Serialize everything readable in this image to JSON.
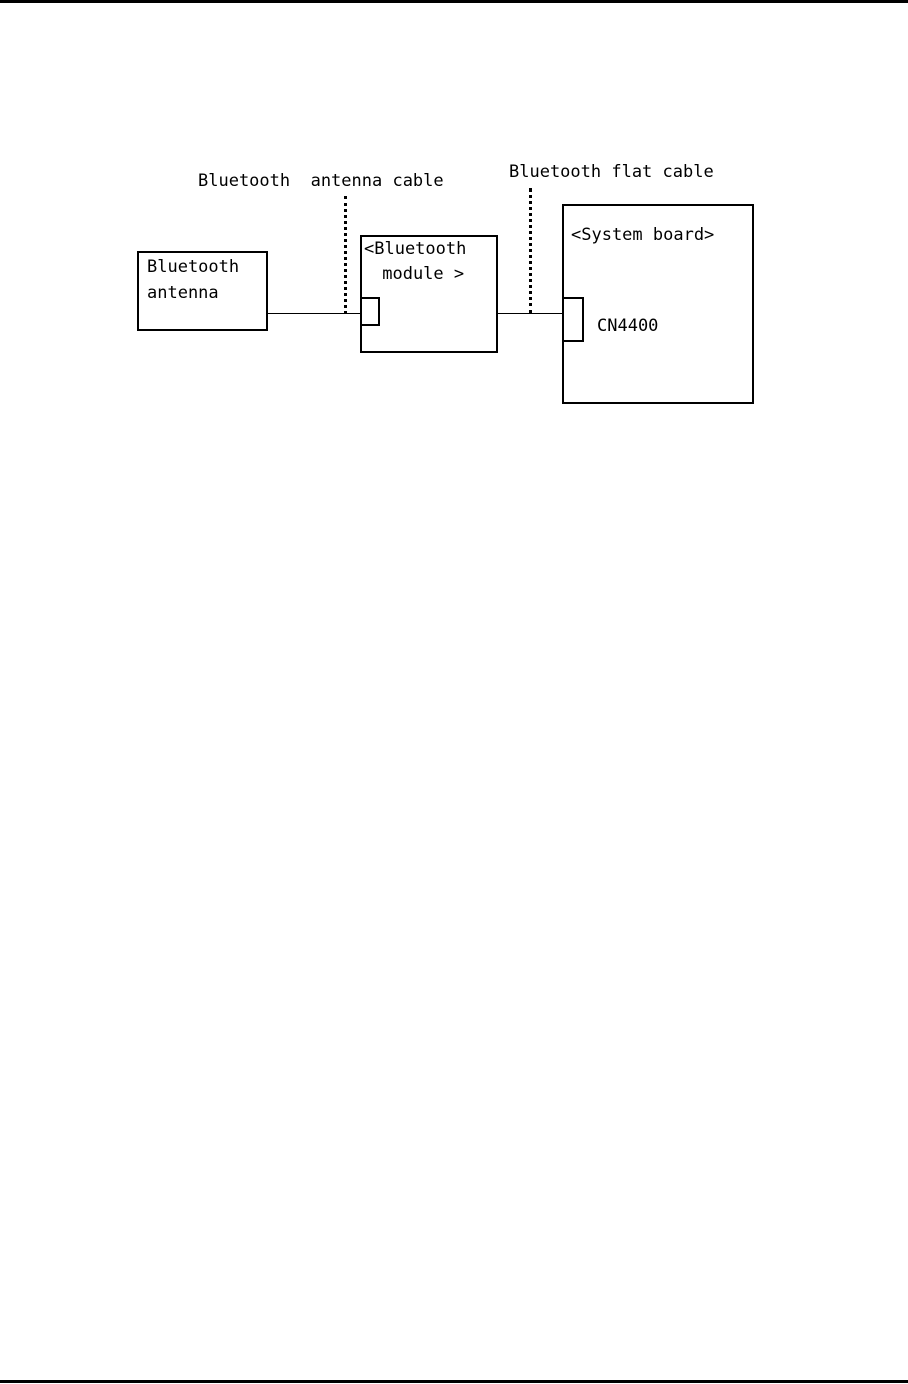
{
  "diagram": {
    "antenna_cable_label": "Bluetooth  antenna cable",
    "flat_cable_label": "Bluetooth flat cable",
    "antenna_box": {
      "line1": "Bluetooth",
      "line2": "antenna"
    },
    "module_box": {
      "line1": "<Bluetooth",
      "line2": " module >"
    },
    "system_board_box": {
      "title": "<System board>",
      "connector_label": "CN4400"
    }
  }
}
